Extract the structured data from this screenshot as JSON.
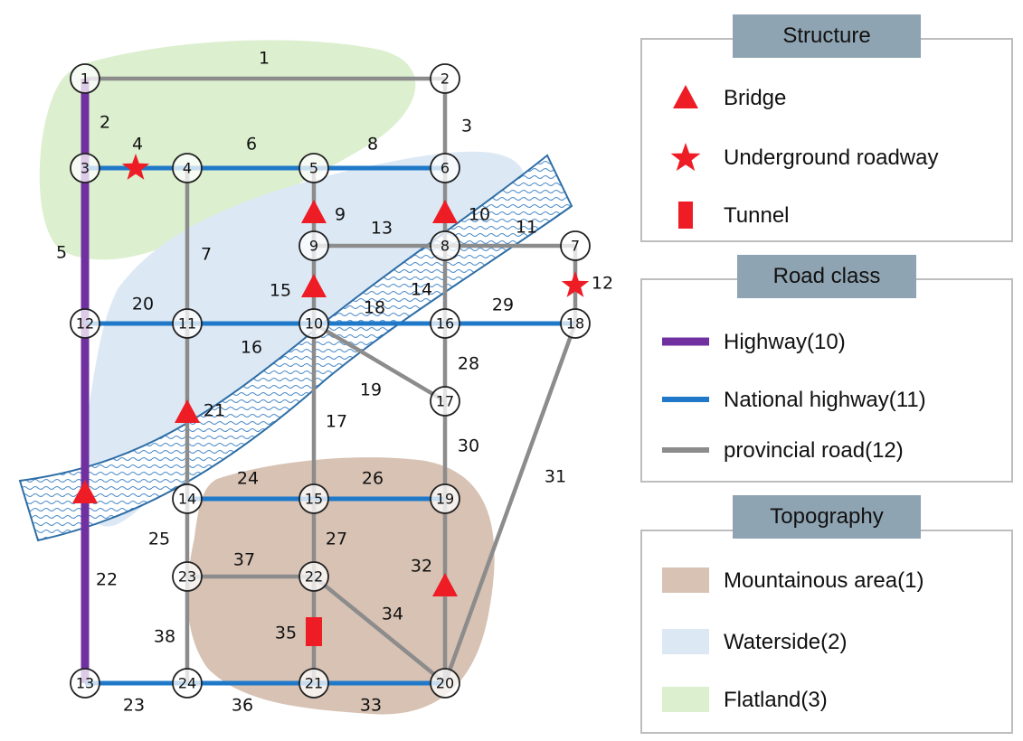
{
  "nodes": [
    {
      "id": "1",
      "label": "1"
    },
    {
      "id": "2",
      "label": "2"
    },
    {
      "id": "3",
      "label": "3"
    },
    {
      "id": "4",
      "label": "4"
    },
    {
      "id": "5",
      "label": "5"
    },
    {
      "id": "6",
      "label": "6"
    },
    {
      "id": "7",
      "label": "7"
    },
    {
      "id": "8",
      "label": "8"
    },
    {
      "id": "9",
      "label": "9"
    },
    {
      "id": "10",
      "label": "10"
    },
    {
      "id": "11",
      "label": "11"
    },
    {
      "id": "12",
      "label": "12"
    },
    {
      "id": "13",
      "label": "13"
    },
    {
      "id": "14",
      "label": "14"
    },
    {
      "id": "15",
      "label": "15"
    },
    {
      "id": "16",
      "label": "16"
    },
    {
      "id": "17",
      "label": "17"
    },
    {
      "id": "18",
      "label": "18"
    },
    {
      "id": "19",
      "label": "19"
    },
    {
      "id": "20",
      "label": "20"
    },
    {
      "id": "21",
      "label": "21"
    },
    {
      "id": "22",
      "label": "22"
    },
    {
      "id": "23",
      "label": "23"
    },
    {
      "id": "24",
      "label": "24"
    }
  ],
  "edges": [
    {
      "id": "1",
      "label": "1",
      "from": "1",
      "to": "2",
      "class": "provincial"
    },
    {
      "id": "2",
      "label": "2",
      "from": "1",
      "to": "3",
      "class": "highway"
    },
    {
      "id": "3",
      "label": "3",
      "from": "2",
      "to": "6",
      "class": "provincial"
    },
    {
      "id": "4",
      "label": "4",
      "from": "3",
      "to": "4",
      "class": "national"
    },
    {
      "id": "5",
      "label": "5",
      "from": "3",
      "to": "12",
      "class": "highway"
    },
    {
      "id": "6",
      "label": "6",
      "from": "4",
      "to": "5",
      "class": "national"
    },
    {
      "id": "7",
      "label": "7",
      "from": "4",
      "to": "11",
      "class": "provincial"
    },
    {
      "id": "8",
      "label": "8",
      "from": "5",
      "to": "6",
      "class": "national"
    },
    {
      "id": "9",
      "label": "9",
      "from": "5",
      "to": "9",
      "class": "provincial"
    },
    {
      "id": "10",
      "label": "10",
      "from": "6",
      "to": "8",
      "class": "provincial"
    },
    {
      "id": "11",
      "label": "11",
      "from": "8",
      "to": "7",
      "class": "provincial"
    },
    {
      "id": "12",
      "label": "12",
      "from": "7",
      "to": "18",
      "class": "provincial"
    },
    {
      "id": "13",
      "label": "13",
      "from": "9",
      "to": "8",
      "class": "provincial"
    },
    {
      "id": "14",
      "label": "14",
      "from": "8",
      "to": "16",
      "class": "provincial"
    },
    {
      "id": "15",
      "label": "15",
      "from": "9",
      "to": "10",
      "class": "provincial"
    },
    {
      "id": "16",
      "label": "16",
      "from": "11",
      "to": "10",
      "class": "national"
    },
    {
      "id": "17",
      "label": "17",
      "from": "10",
      "to": "15",
      "class": "provincial"
    },
    {
      "id": "18",
      "label": "18",
      "from": "10",
      "to": "16",
      "class": "national"
    },
    {
      "id": "19",
      "label": "19",
      "from": "10",
      "to": "17",
      "class": "provincial"
    },
    {
      "id": "20",
      "label": "20",
      "from": "12",
      "to": "11",
      "class": "national"
    },
    {
      "id": "21",
      "label": "21",
      "from": "11",
      "to": "14",
      "class": "provincial"
    },
    {
      "id": "22",
      "label": "22",
      "from": "12",
      "to": "13",
      "class": "highway"
    },
    {
      "id": "23",
      "label": "23",
      "from": "13",
      "to": "24",
      "class": "national"
    },
    {
      "id": "24",
      "label": "24",
      "from": "14",
      "to": "15",
      "class": "national"
    },
    {
      "id": "25",
      "label": "25",
      "from": "14",
      "to": "23",
      "class": "provincial"
    },
    {
      "id": "26",
      "label": "26",
      "from": "15",
      "to": "19",
      "class": "national"
    },
    {
      "id": "27",
      "label": "27",
      "from": "15",
      "to": "22",
      "class": "provincial"
    },
    {
      "id": "28",
      "label": "28",
      "from": "16",
      "to": "17",
      "class": "provincial"
    },
    {
      "id": "29",
      "label": "29",
      "from": "16",
      "to": "18",
      "class": "national"
    },
    {
      "id": "30",
      "label": "30",
      "from": "17",
      "to": "19",
      "class": "provincial"
    },
    {
      "id": "31",
      "label": "31",
      "from": "18",
      "to": "20",
      "class": "provincial"
    },
    {
      "id": "32",
      "label": "32",
      "from": "19",
      "to": "20",
      "class": "provincial"
    },
    {
      "id": "33",
      "label": "33",
      "from": "21",
      "to": "20",
      "class": "national"
    },
    {
      "id": "34",
      "label": "34",
      "from": "22",
      "to": "20",
      "class": "provincial"
    },
    {
      "id": "35",
      "label": "35",
      "from": "22",
      "to": "21",
      "class": "provincial"
    },
    {
      "id": "36",
      "label": "36",
      "from": "24",
      "to": "21",
      "class": "national"
    },
    {
      "id": "37",
      "label": "37",
      "from": "23",
      "to": "22",
      "class": "provincial"
    },
    {
      "id": "38",
      "label": "38",
      "from": "23",
      "to": "24",
      "class": "provincial"
    }
  ],
  "structures": [
    {
      "type": "underground",
      "edge": "4"
    },
    {
      "type": "bridge",
      "edge": "9"
    },
    {
      "type": "bridge",
      "edge": "10"
    },
    {
      "type": "underground",
      "edge": "12"
    },
    {
      "type": "bridge",
      "edge": "15"
    },
    {
      "type": "bridge",
      "edge": "21"
    },
    {
      "type": "bridge",
      "edge": "22"
    },
    {
      "type": "bridge",
      "edge": "32"
    },
    {
      "type": "tunnel",
      "edge": "35"
    }
  ],
  "colors": {
    "highway": "#7030a0",
    "national": "#1f78c8",
    "provincial": "#8c8c8c",
    "structure": "#ee1c24",
    "mountainous": "#d7c2b4",
    "waterside": "#dce9f5",
    "flatland": "#dcefcf",
    "river_edge": "#2e6ea6",
    "panel_header": "#8fa4b2"
  },
  "legend": {
    "structure": {
      "title": "Structure",
      "items": [
        {
          "icon": "triangle-icon",
          "label": "Bridge"
        },
        {
          "icon": "star-icon",
          "label": "Underground roadway"
        },
        {
          "icon": "rectangle-icon",
          "label": "Tunnel"
        }
      ]
    },
    "road_class": {
      "title": "Road class",
      "items": [
        {
          "icon": "purple-line-icon",
          "label": "Highway(10)"
        },
        {
          "icon": "blue-line-icon",
          "label": "National highway(11)"
        },
        {
          "icon": "gray-line-icon",
          "label": "provincial road(12)"
        }
      ]
    },
    "topography": {
      "title": "Topography",
      "items": [
        {
          "icon": "brown-swatch-icon",
          "label": "Mountainous area(1)"
        },
        {
          "icon": "lightblue-swatch-icon",
          "label": "Waterside(2)"
        },
        {
          "icon": "lightgreen-swatch-icon",
          "label": "Flatland(3)"
        }
      ]
    }
  }
}
